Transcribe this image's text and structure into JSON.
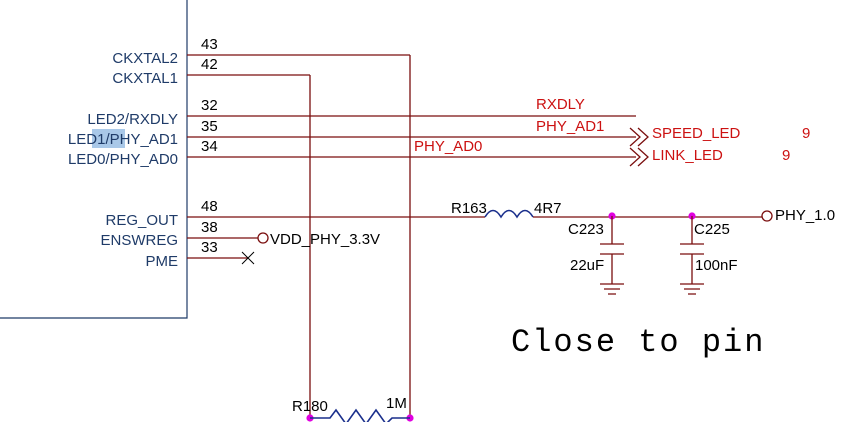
{
  "chip": {
    "pins": [
      {
        "label": "CKXTAL2",
        "number": "43"
      },
      {
        "label": "CKXTAL1",
        "number": "42"
      },
      {
        "label": "LED2/RXDLY",
        "number": "32"
      },
      {
        "label_prefix": "LED1/",
        "label_highlight": "PHY",
        "label_suffix": "_AD1",
        "number": "35"
      },
      {
        "label": "LED0/PHY_AD0",
        "number": "34"
      },
      {
        "label": "REG_OUT",
        "number": "48"
      },
      {
        "label": "ENSWREG",
        "number": "38"
      },
      {
        "label": "PME",
        "number": "33"
      }
    ]
  },
  "nets": {
    "rxdly": "RXDLY",
    "phy_ad1": "PHY_AD1",
    "phy_ad0": "PHY_AD0",
    "speed_led": "SPEED_LED",
    "speed_led_page": "9",
    "link_led": "LINK_LED",
    "link_led_page": "9",
    "vdd_phy": "VDD_PHY_3.3V",
    "phy_1v0": "PHY_1.0"
  },
  "components": {
    "r163": {
      "ref": "R163",
      "value": "4R7"
    },
    "c223": {
      "ref": "C223",
      "value": "22uF"
    },
    "c225": {
      "ref": "C225",
      "value": "100nF"
    },
    "r180": {
      "ref": "R180",
      "value": "1M"
    }
  },
  "note": "Close to pin",
  "colors": {
    "pin_text": "#1f3b68",
    "net_text": "#cc1111",
    "wire": "#7a0e0e",
    "junction": "#e000e0",
    "highlight": "#a9c8e8"
  }
}
